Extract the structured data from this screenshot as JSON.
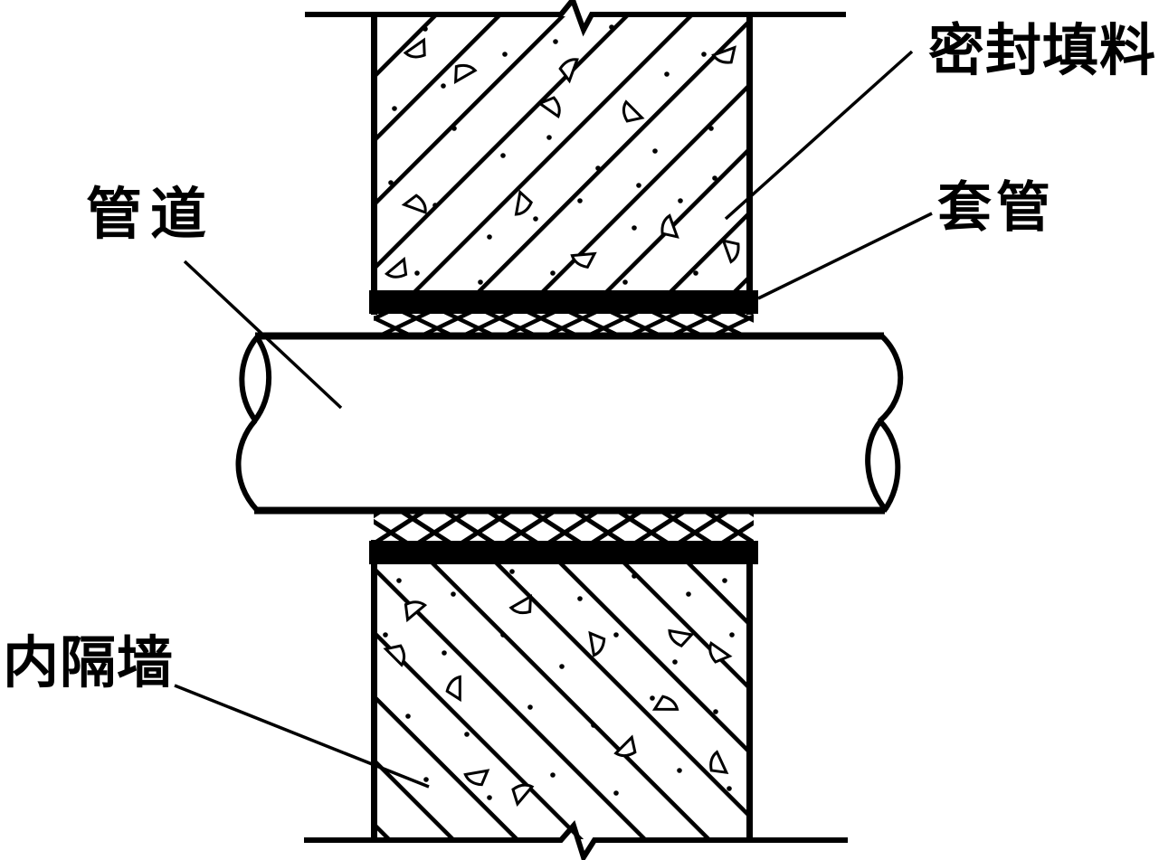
{
  "diagram": {
    "background_color": "#ffffff",
    "line_color": "#000000",
    "labels": {
      "sealing_filler": "密封填料",
      "sleeve": "套管",
      "pipe": "管道",
      "partition_wall": "内隔墙"
    }
  }
}
